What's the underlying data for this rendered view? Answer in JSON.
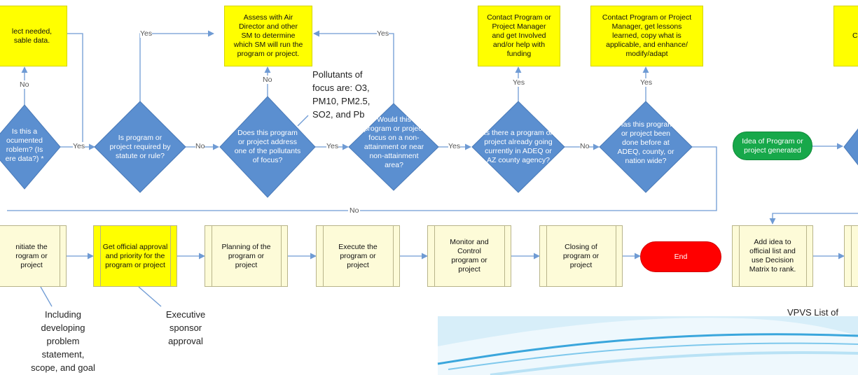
{
  "process_boxes": {
    "needed_data": "lect needed,\nsable data.",
    "assess": "Assess with Air\nDirector and other\nSM to determine\nwhich SM will run the\nprogram or project.",
    "contact_involved": "Contact Program or\nProject Manager\nand get Involved\nand/or help with\nfunding",
    "contact_lessons": "Contact Program or Project\nManager, get lessons\nlearned, copy what is\napplicable, and enhance/\nmodify/adapt",
    "right_partial": "C"
  },
  "decisions": {
    "documented": "Is this a\nocumented\nroblem? (Is\nere data?) *",
    "statute": "Is program or\nproject required by\nstatute or rule?",
    "pollutants": "Does this program\nor project address\none of the pollutants\nof focus?",
    "attainment": "Would this\nprogram or project\nfocus on a non-\nattainment or near\nnon-attainment\narea?",
    "going": "Is there a program or\nproject already going\ncurrently in ADEQ or\nAZ county agency?",
    "done_before": "Has this program\nor project been\ndone before at\nADEQ, county, or\nnation wide?"
  },
  "start_node": "Idea of Program or\nproject generated",
  "labels": {
    "yes": "Yes",
    "no": "No"
  },
  "bottom_row": {
    "initiate": "nitiate the\nrogram or\nproject",
    "approval": "Get official approval\nand priority for the\nprogram or project",
    "planning": "Planning of the\nprogram or\nproject",
    "execute": "Execute the\nprogram or\nproject",
    "monitor": "Monitor and\nControl\nprogram or\nproject",
    "closing": "Closing of\nprogram or\nproject",
    "end": "End",
    "add_idea": "Add idea to\nofficial list and\nuse Decision\nMatrix to rank."
  },
  "annotations": {
    "pollutants_note": "Pollutants of\nfocus are: O3,\nPM10, PM2.5,\nSO2, and Pb",
    "including": "Including\ndeveloping\nproblem\nstatement,\nscope, and goal",
    "executive": "Executive\nsponsor\napproval",
    "vpvs": "VPVS List of"
  },
  "colors": {
    "decision": "#5b8fd0",
    "decision_border": "#4a7ab8",
    "connector": "#6f9bd4",
    "yellow": "#ffff00",
    "cream": "#fdfbd8",
    "end": "#ff0000",
    "start": "#17a84a"
  }
}
